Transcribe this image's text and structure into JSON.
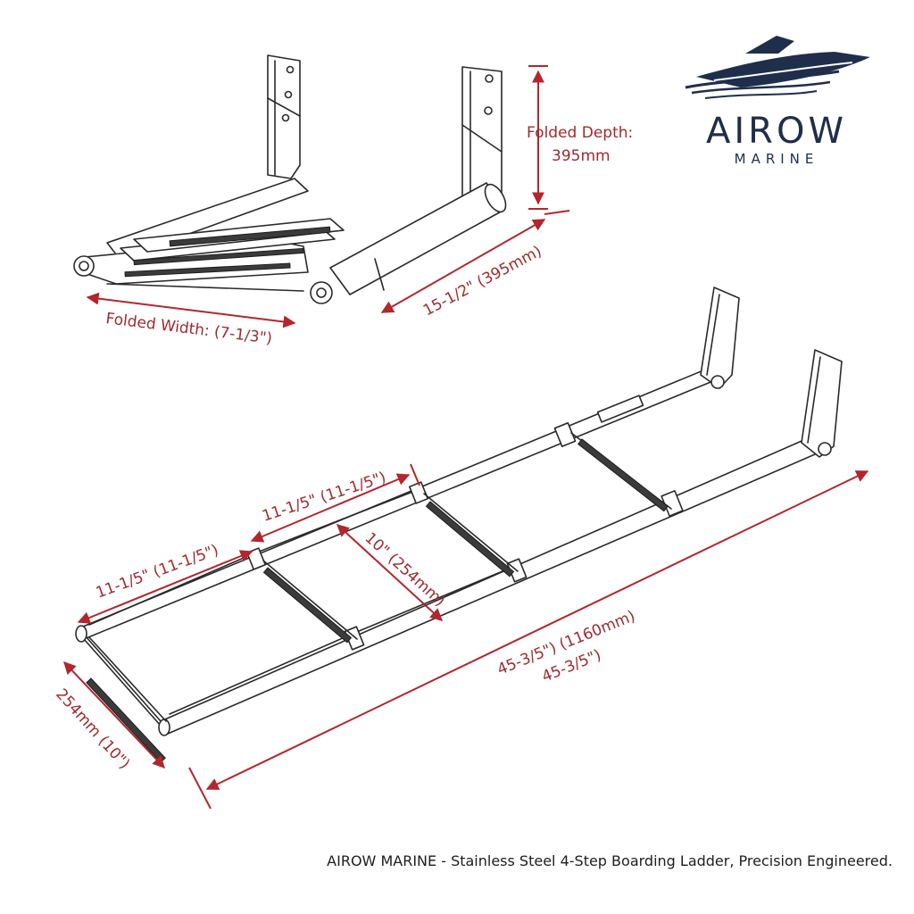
{
  "brand": {
    "name": "AIROW",
    "sub": "MARINE",
    "color": "#1f2e4a"
  },
  "dimensions": {
    "folded_depth_label": "Folded Depth:",
    "folded_depth_value": "395mm",
    "folded_length": "15-1/2\" (395mm)",
    "folded_width": "Folded Width: (7-1/3\")",
    "step_spacing_top": "11-1/5\" (11-1/5\")",
    "step_spacing_left": "11-1/5\" (11-1/5\")",
    "step_width": "10\" (254mm)",
    "total_length_1": "45-3/5\") (1160mm)",
    "total_length_2": "45-3/5\")",
    "bottom_width": "254mm (10\")"
  },
  "caption": "AIROW MARINE - Stainless Steel 4-Step Boarding Ladder, Precision Engineered.",
  "colors": {
    "dimension": "#b3262d",
    "ink": "#2a2a2a"
  }
}
